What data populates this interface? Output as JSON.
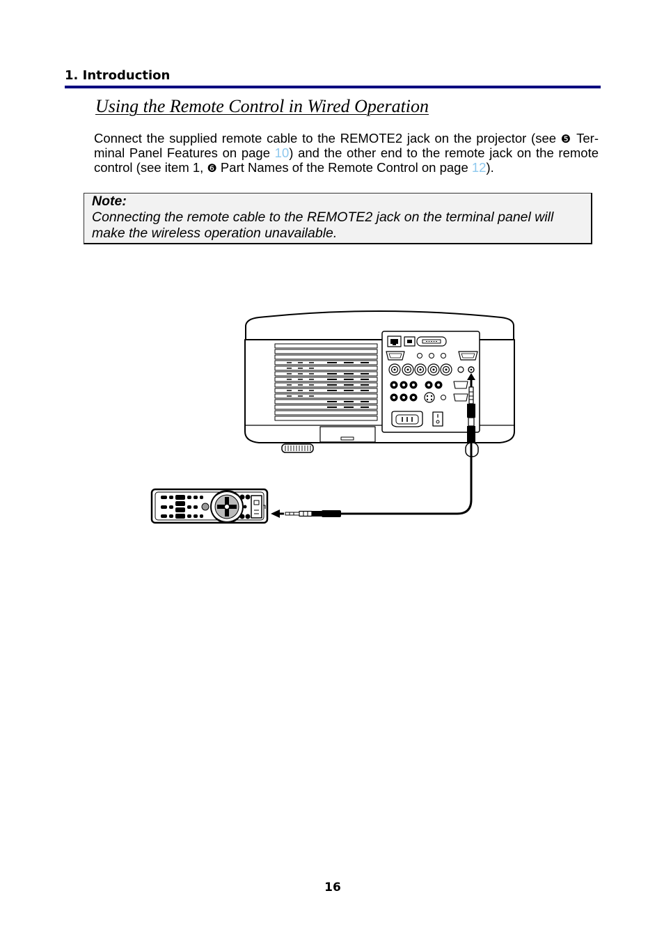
{
  "header": {
    "section": "1. Introduction"
  },
  "title": "Using the Remote Control in Wired Operation",
  "paragraph": {
    "line1": {
      "text_a": "Connect the supplied remote cable to the REMOTE2 jack on the projector (see ",
      "marker": "❺",
      "text_b": " Ter-"
    },
    "line2": {
      "text_a": "minal Panel Features on page ",
      "link": "10",
      "text_b": ") and the other end to the remote jack on the remote"
    },
    "line3": {
      "text_a": "control (see item 1, ",
      "marker": "❻",
      "text_b": " Part Names of the Remote Control on page ",
      "link": "12",
      "text_c": ")."
    }
  },
  "note": {
    "label": "Note:",
    "lines": [
      "Connecting the remote cable to the REMOTE2 jack on the terminal panel will",
      "make the wireless operation unavailable."
    ]
  },
  "illustration": {
    "projector": "projector-rear-panel-icon",
    "remote": "remote-control-icon",
    "cable": "remote-cable-icon",
    "arrows": "connection-arrow-icon"
  },
  "footer": {
    "page_number": "16"
  },
  "colors": {
    "rule": "#00007f",
    "link": "#8ec8ee",
    "note_background": "#f2f2f2"
  }
}
